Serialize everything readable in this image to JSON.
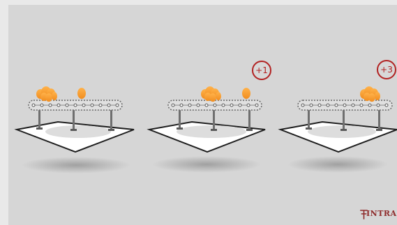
{
  "scene": {
    "background_color": "#d6d6d6",
    "badge_color": "#b22222",
    "logo_color": "#8e2a2a"
  },
  "badges": {
    "second": "+1",
    "third": "+3"
  },
  "logo": {
    "text": "INTRA"
  }
}
